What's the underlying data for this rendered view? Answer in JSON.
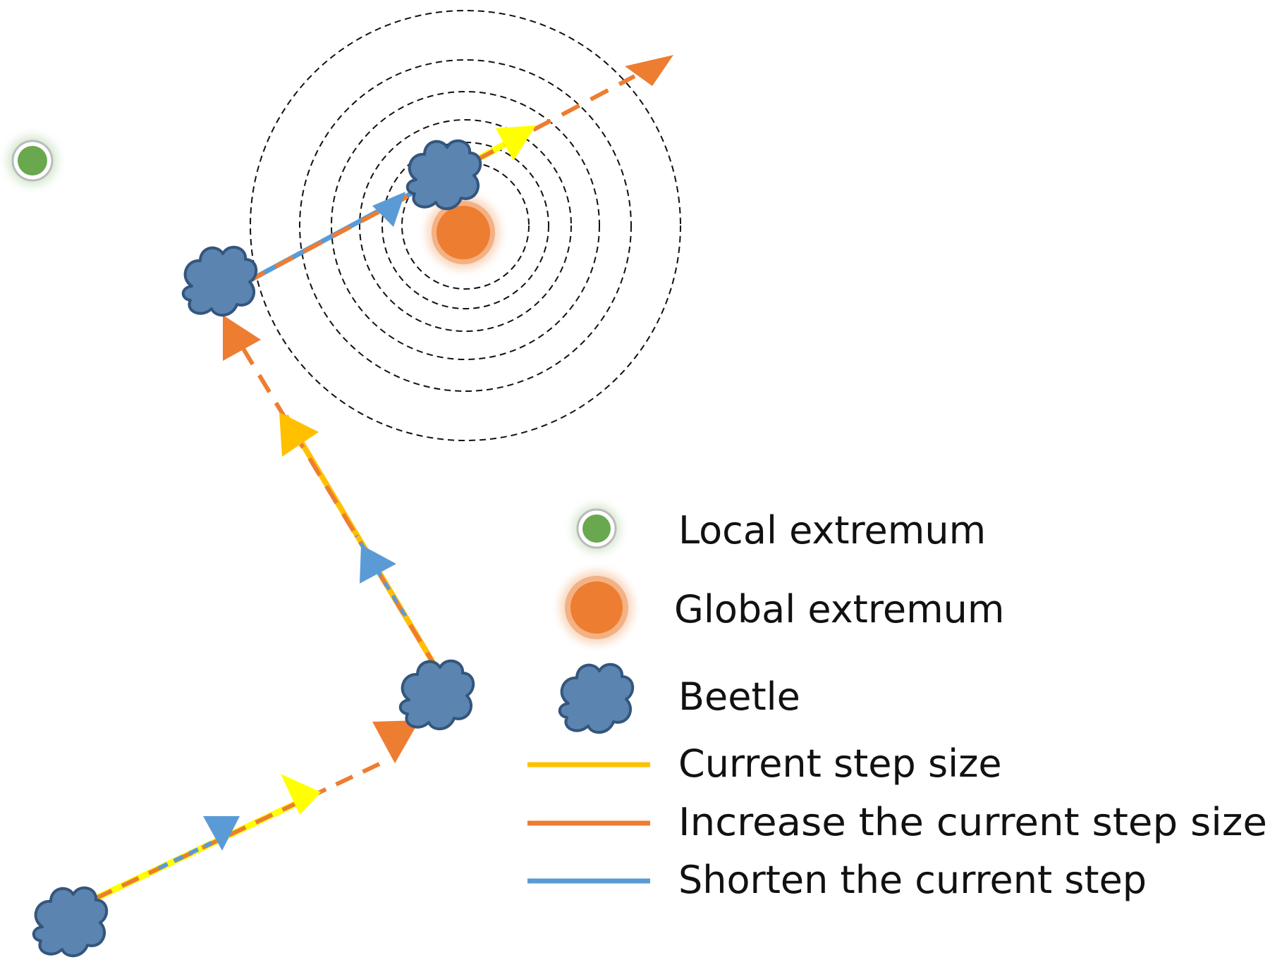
{
  "colors": {
    "current_step": "#ffc000",
    "current_step_bright": "#ffff00",
    "increase_step": "#ed7d31",
    "shorten_step": "#5b9bd5",
    "beetle": "#5b84b1",
    "beetle_outline": "#34567c",
    "local_extremum": "#6aa84f",
    "global_extremum": "#ed7d31",
    "contour": "#111111"
  },
  "icons": {
    "beetle": "cloud-blob-icon",
    "local_extremum": "green-dot-icon",
    "global_extremum": "orange-dot-icon"
  },
  "legend": {
    "local_extremum": "Local extremum",
    "global_extremum": "Global extremum",
    "beetle": "Beetle",
    "current_step": "Current step size",
    "increase_step": "Increase the current step size",
    "shorten_step": "Shorten the current step"
  }
}
